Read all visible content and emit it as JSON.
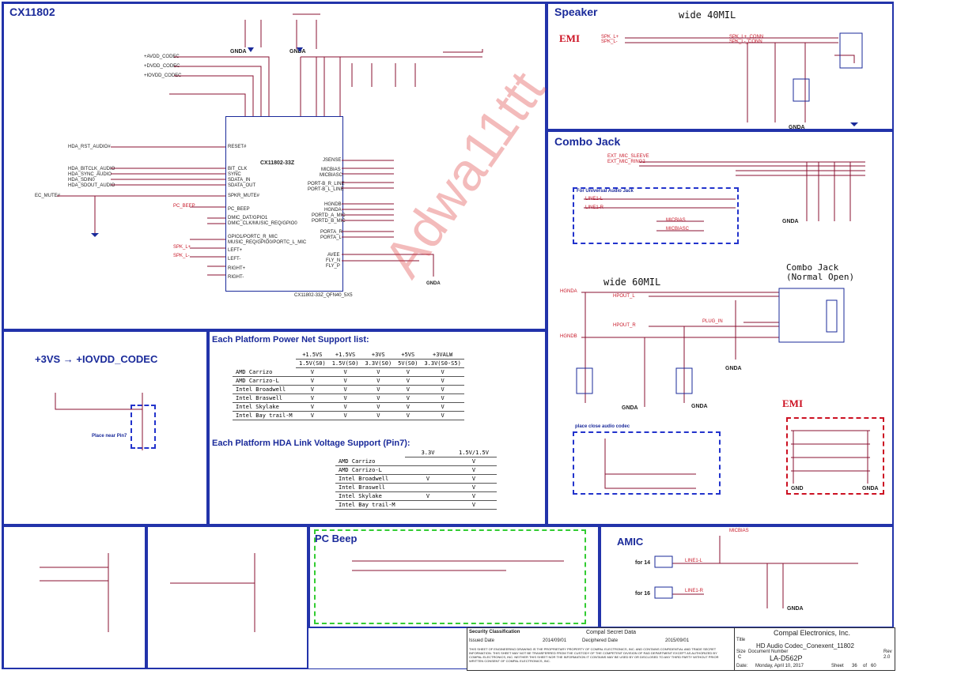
{
  "sections": {
    "cx11802": "CX11802",
    "speaker": "Speaker",
    "combo_jack": "Combo Jack",
    "vdd_codec": "+3VS → +IOVDD_CODEC",
    "power_table_title": "Each Platform Power Net Support list:",
    "hda_table_title": "Each Platform HDA Link Voltage Support (Pin7):",
    "pc_beep": "PC Beep",
    "amic": "AMIC",
    "emi_left": "EMI",
    "emi_right": "EMI",
    "wide40": "wide 40MIL",
    "wide60": "wide 60MIL",
    "combo_normal": "Combo Jack\n(Normal Open)",
    "universal": "For Universal Audio Jack",
    "place_close": "place close audio codec",
    "place_near": "Place near Pin7"
  },
  "chip": {
    "name": "CX11802-33Z",
    "part": "CX11802-33Z_QFN40_5X5",
    "left_pins": [
      "RESET#",
      "BIT_CLK",
      "SYNC",
      "SDATA_IN",
      "SDATA_OUT",
      "SPKR_MUTE#",
      "PC_BEEP",
      "DMIC_DAT/GPIO1",
      "DMIC_CLK/MUSIC_REQ/GPIO0",
      "GPIO1/PORTC_R_MIC",
      "MUSIC_REQ/GPIO0/PORTC_L_MIC",
      "LEFT+",
      "LEFT-",
      "RIGHT+",
      "RIGHT-"
    ],
    "right_pins": [
      "JSENSE",
      "MICBIAS",
      "MICBIASC",
      "PORT-B_R_LINE",
      "PORT-B_L_LINE",
      "HGNDB",
      "HGNDA",
      "PORTD_A_MIC",
      "PORTD_B_MIC",
      "PORTA_R",
      "PORTA_L",
      "AVEE",
      "FLY_N",
      "FLY_P"
    ]
  },
  "nets": {
    "avdd": [
      "+AVDD_CODEC",
      "+DVDD_CODEC",
      "+IOVDD_CODEC"
    ],
    "gnda": "GNDA",
    "gnd": "GND",
    "hda": [
      "HDA_RST_AUDIO#",
      "HDA_BITCLK_AUDIO",
      "HDA_SYNC_AUDIO",
      "HDA_SDIN0",
      "HDA_SDOUT_AUDIO"
    ],
    "ec_mute": "EC_MUTE#",
    "pc_beep_net": "PC_BEEP",
    "speaker_nets": [
      "SPK_L+",
      "SPK_L-",
      "SPK_L+_CONN",
      "SPK_L-_CONN"
    ],
    "combo_nets": [
      "EXT_MIC_SLEEVE",
      "EXT_MIC_RING2",
      "HGNDA",
      "HGNDB",
      "HPOUT_L",
      "HPOUT_R",
      "PLUG_IN"
    ],
    "line_nets": [
      "LINE1-L",
      "LINE1-R",
      "MICBIAS",
      "MICBIASC"
    ]
  },
  "power_table": {
    "headers": [
      "",
      "+1.5VS",
      "+1.5VS",
      "+3VS",
      "+5VS",
      "+3VALW"
    ],
    "subheaders": [
      "",
      "1.5V(S0)",
      "1.5V(S0)",
      "3.3V(S0)",
      "5V(S0)",
      "3.3V(S0-S5)"
    ],
    "rows": [
      {
        "name": "AMD Carrizo",
        "vals": [
          "V",
          "V",
          "V",
          "V",
          "V"
        ]
      },
      {
        "name": "AMD Carrizo-L",
        "vals": [
          "V",
          "V",
          "V",
          "V",
          "V"
        ]
      },
      {
        "name": "Intel Broadwell",
        "vals": [
          "V",
          "V",
          "V",
          "V",
          "V"
        ]
      },
      {
        "name": "Intel Braswell",
        "vals": [
          "V",
          "V",
          "V",
          "V",
          "V"
        ]
      },
      {
        "name": "Intel Skylake",
        "vals": [
          "V",
          "V",
          "V",
          "V",
          "V"
        ]
      },
      {
        "name": "Intel Bay trail-M",
        "vals": [
          "V",
          "V",
          "V",
          "V",
          "V"
        ]
      }
    ]
  },
  "hda_table": {
    "headers": [
      "",
      "3.3V",
      "1.5V/1.5V"
    ],
    "rows": [
      {
        "name": "AMD Carrizo",
        "vals": [
          "",
          "V"
        ]
      },
      {
        "name": "AMD Carrizo-L",
        "vals": [
          "",
          "V"
        ]
      },
      {
        "name": "Intel Broadwell",
        "vals": [
          "V",
          "V"
        ]
      },
      {
        "name": "Intel Braswell",
        "vals": [
          "",
          "V"
        ]
      },
      {
        "name": "Intel Skylake",
        "vals": [
          "V",
          "V"
        ]
      },
      {
        "name": "Intel Bay trail-M",
        "vals": [
          "",
          "V"
        ]
      }
    ]
  },
  "amic": {
    "for14": "for 14",
    "for16": "for 16"
  },
  "watermark": "Adwa11ttt",
  "title_block": {
    "security": "Security Classification",
    "class": "Compal Secret Data",
    "issued_label": "Issued Date",
    "issued": "2014/09/01",
    "deciphered_label": "Deciphered Date",
    "deciphered": "2015/09/01",
    "company": "Compal Electronics, Inc.",
    "title_label": "Title",
    "title": "HD Audio Codec_Conexent_11802",
    "size_label": "Size",
    "size": "C",
    "docnum_label": "Document Number",
    "docnum": "LA-D562P",
    "rev_label": "Rev",
    "rev": "2.0",
    "date_label": "Date:",
    "date": "Monday, April 10, 2017",
    "sheet_label": "Sheet",
    "sheet": "36",
    "of": "of",
    "total": "60",
    "notice": "THIS SHEET OF ENGINEERING DRAWING IS THE PROPRIETARY PROPERTY OF COMPAL ELECTRONICS, INC. AND CONTAINS CONFIDENTIAL AND TRADE SECRET INFORMATION. THIS SHEET MAY NOT BE TRANSFERRED FROM THE CUSTODY OF THE COMPETENT DIVISION OF R&D DEPARTMENT EXCEPT AS AUTHORIZED BY COMPAL ELECTRONICS, INC. NEITHER THIS SHEET NOR THE INFORMATION IT CONTAINS MAY BE USED BY OR DISCLOSED TO ANY THIRD PARTY WITHOUT PRIOR WRITTEN CONSENT OF COMPAL ELECTRONICS, INC."
  }
}
